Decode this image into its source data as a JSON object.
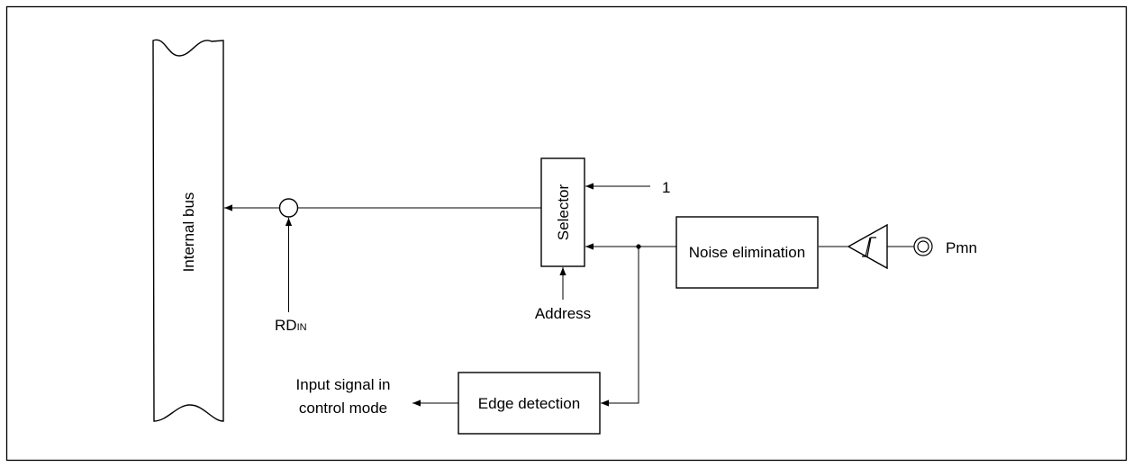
{
  "diagram": {
    "bus_label": "Internal bus",
    "selector_label": "Selector",
    "selector_input_top": "1",
    "address_label": "Address",
    "rd_label": "RD",
    "rd_subscript": "IN",
    "noise_label": "Noise elimination",
    "edge_label": "Edge detection",
    "output_label_line1": "Input signal in",
    "output_label_line2": "control mode",
    "pin_label": "Pmn"
  }
}
